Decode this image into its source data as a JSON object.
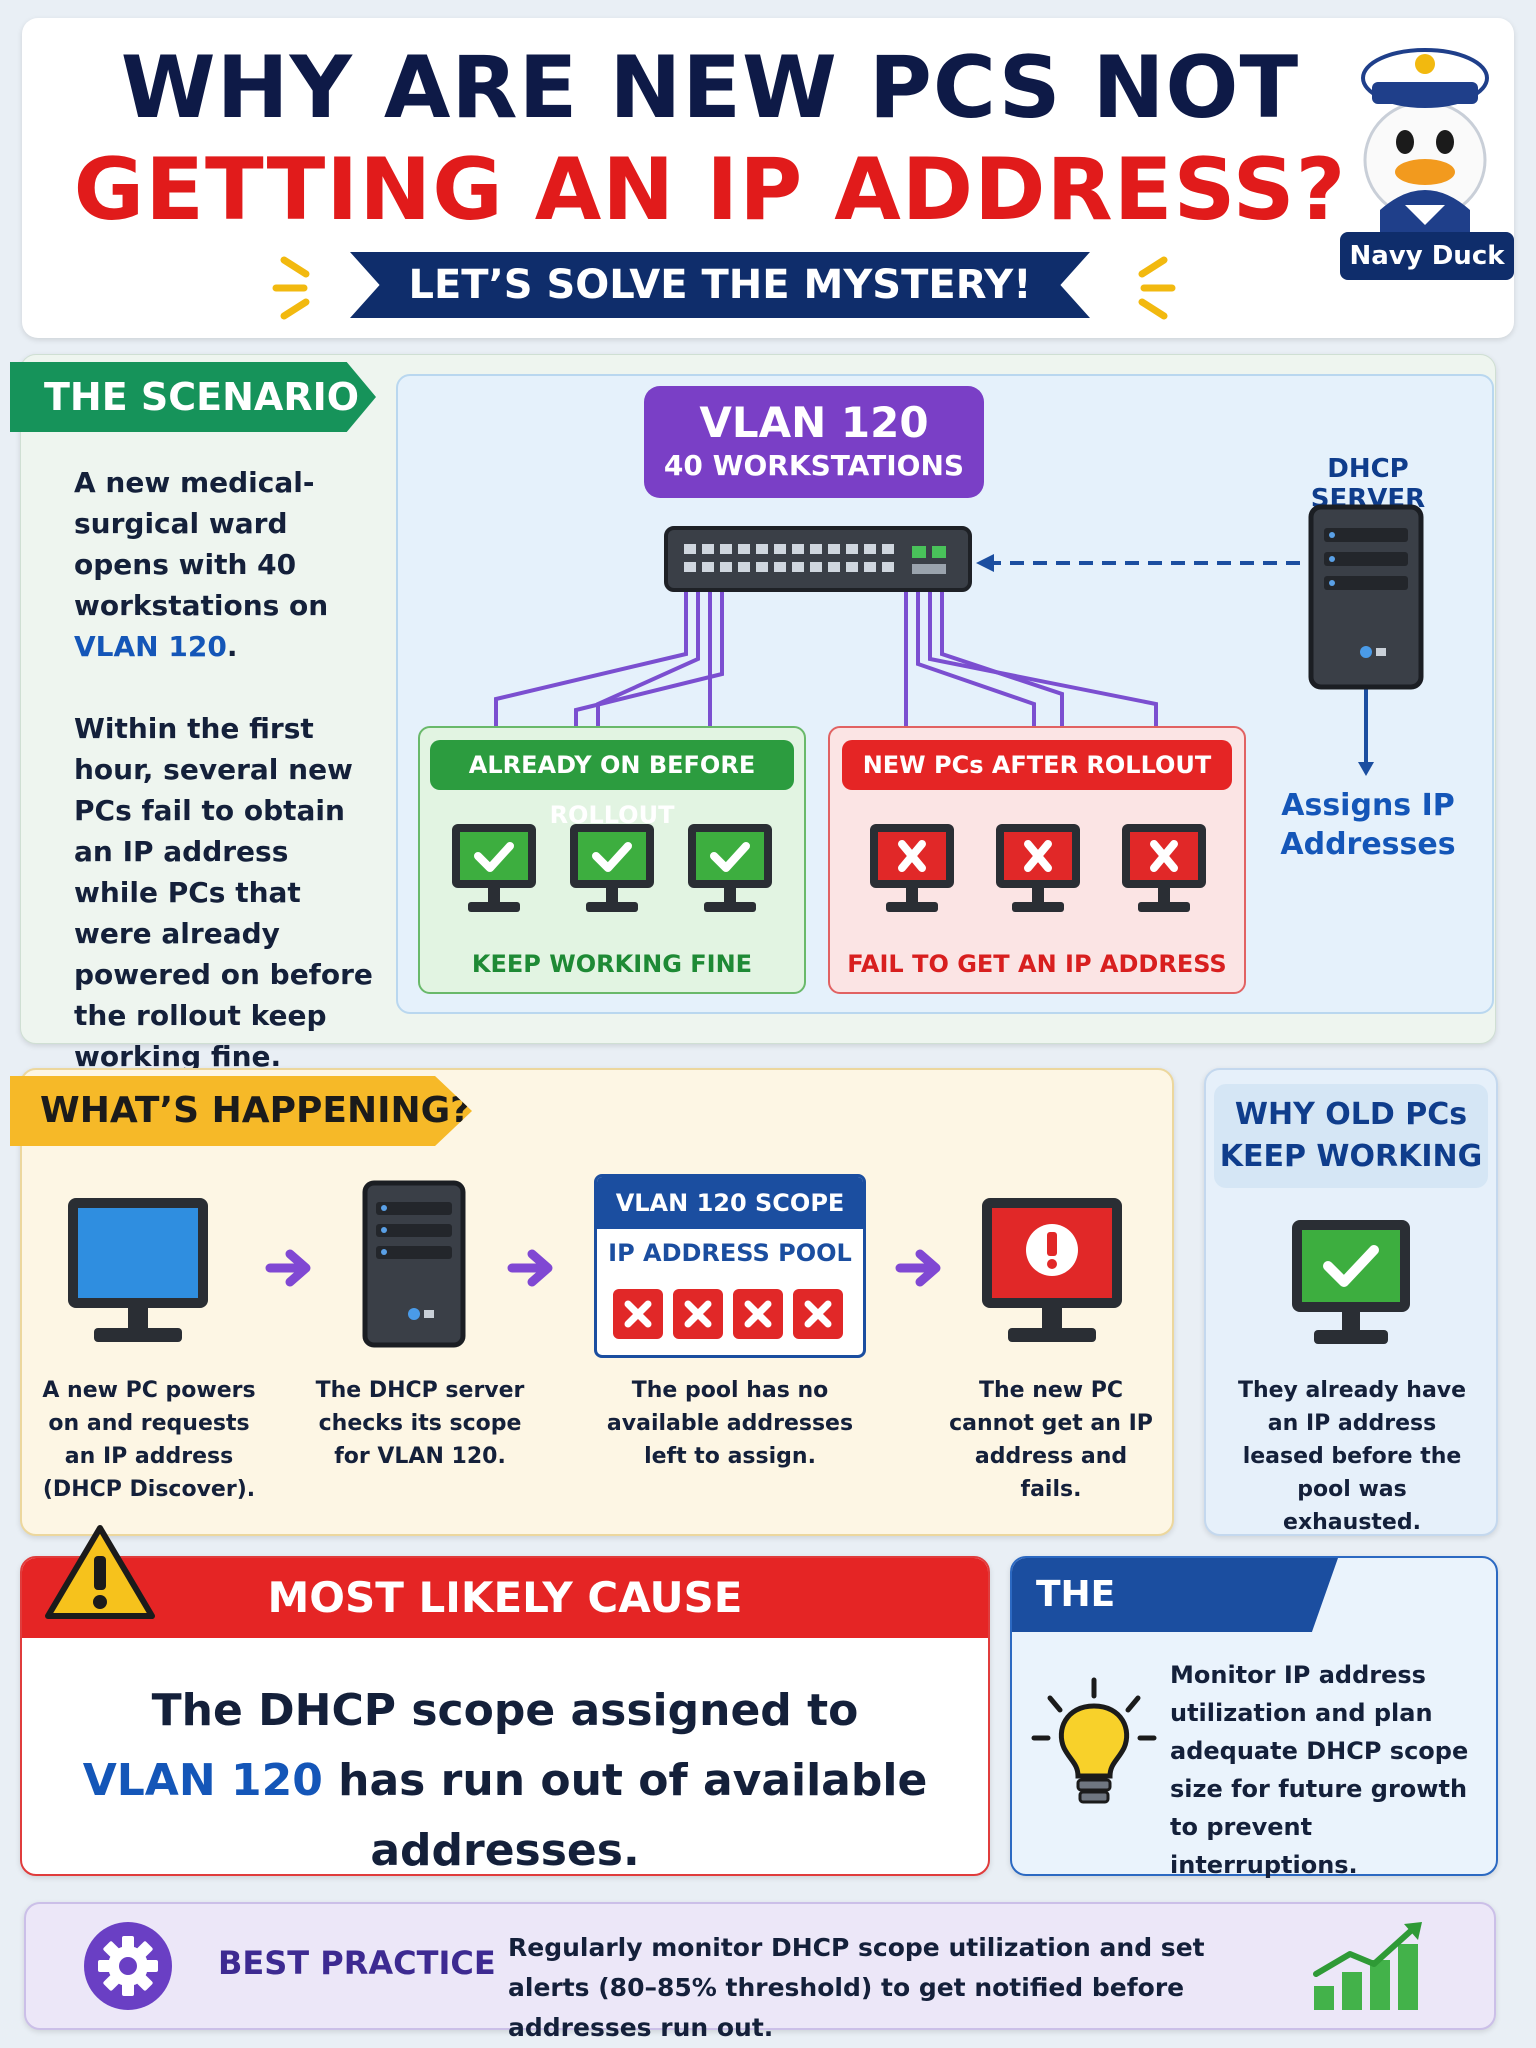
{
  "header": {
    "title_line1": "WHY ARE NEW PCS NOT",
    "title_line2": "GETTING AN IP ADDRESS?",
    "banner": "LET’S SOLVE THE MYSTERY!",
    "mascot_label": "Navy Duck"
  },
  "scenario": {
    "tag": "THE SCENARIO",
    "text_part1": "A new medical-surgical ward opens with 40 workstations on ",
    "text_vlan": "VLAN 120",
    "text_part2": ".",
    "text_para2": "Within the first hour, several new PCs fail to obtain an IP address while PCs that were already powered on before the rollout keep working fine.",
    "vlan_title": "VLAN 120",
    "vlan_sub": "40 WORKSTATIONS",
    "dhcp_label": "DHCP SERVER",
    "assigns_label": "Assigns IP Addresses",
    "group_ok_label": "ALREADY ON BEFORE ROLLOUT",
    "group_ok_caption": "KEEP WORKING FINE",
    "group_bad_label": "NEW PCs AFTER ROLLOUT",
    "group_bad_caption": "FAIL TO GET AN IP ADDRESS"
  },
  "happening": {
    "tag": "WHAT’S HAPPENING?",
    "step1": "A new PC powers on and requests an IP address (DHCP Discover).",
    "step2": "The DHCP server checks its scope for VLAN 120.",
    "step3": "The pool has no available addresses left to assign.",
    "step4": "The new PC cannot get an IP address and fails.",
    "scope_title": "VLAN 120 SCOPE",
    "scope_sub": "IP ADDRESS POOL",
    "why_title": "WHY OLD PCs KEEP WORKING",
    "why_text": "They already have an IP address leased before the pool was exhausted."
  },
  "cause": {
    "title": "MOST LIKELY CAUSE",
    "line1": "The DHCP scope assigned to",
    "line2_vlan": "VLAN 120",
    "line2_rest": " has run out of available addresses."
  },
  "takeaway": {
    "tag": "THE TAKEAWAY",
    "text": "Monitor IP address utilization and plan adequate DHCP scope size for future growth to prevent interruptions."
  },
  "best_practice": {
    "label": "BEST PRACTICE",
    "text": "Regularly monitor DHCP scope utilization and set alerts (80–85% threshold) to get notified before addresses run out."
  },
  "colors": {
    "navy": "#0e1a47",
    "red": "#e11b1b",
    "green": "#16935a",
    "purple": "#7a3fc6",
    "blue": "#1456b8",
    "yellow": "#f6b928"
  }
}
